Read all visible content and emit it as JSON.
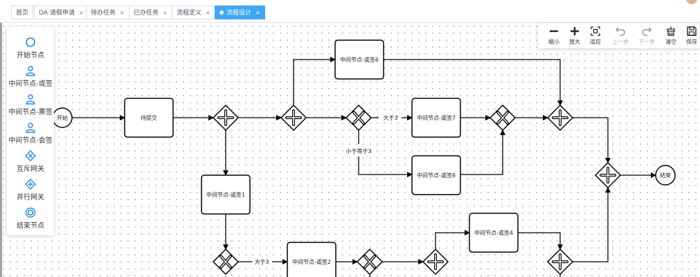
{
  "tabs": [
    {
      "label": "首页",
      "closable": false
    },
    {
      "label": "OA 请假申请",
      "closable": true
    },
    {
      "label": "待办任务",
      "closable": true
    },
    {
      "label": "已办任务",
      "closable": true
    },
    {
      "label": "流程定义",
      "closable": true
    },
    {
      "label": "流程设计",
      "closable": true,
      "active": true
    }
  ],
  "tab_close_glyph": "×",
  "palette": [
    {
      "label": "开始节点",
      "icon": "circle-icon"
    },
    {
      "label": "中间节点-或签",
      "icon": "user-icon"
    },
    {
      "label": "中间节点-票签",
      "icon": "user-icon"
    },
    {
      "label": "中间节点-会签",
      "icon": "user-icon"
    },
    {
      "label": "互斥网关",
      "icon": "exclusive-gateway-icon"
    },
    {
      "label": "并行网关",
      "icon": "parallel-gateway-icon"
    },
    {
      "label": "结束节点",
      "icon": "end-circle-icon"
    }
  ],
  "toolbar": [
    {
      "label": "缩小",
      "icon": "zoom-out-icon",
      "enabled": true
    },
    {
      "label": "放大",
      "icon": "zoom-in-icon",
      "enabled": true
    },
    {
      "label": "适应",
      "icon": "fit-icon",
      "enabled": true
    },
    {
      "label": "上一步",
      "icon": "undo-icon",
      "enabled": false
    },
    {
      "label": "下一步",
      "icon": "redo-icon",
      "enabled": false
    },
    {
      "label": "清空",
      "icon": "clear-icon",
      "enabled": true
    },
    {
      "label": "保存",
      "icon": "save-icon",
      "enabled": true
    }
  ],
  "diagram": {
    "start": "开始",
    "end": "结束",
    "tasks": {
      "submit": "待提交",
      "n1": "中间节点-或签1",
      "n2": "中间节点-或签2",
      "n4": "中间节点-或签4",
      "n6": "中间节点-或签6",
      "n7": "中间节点-或签7",
      "n8": "中间节点-或签8"
    },
    "edge_labels": {
      "gt3_top": "大于3",
      "le3_top": "小于等于3",
      "gt3_bottom": "大于3"
    }
  },
  "colors": {
    "accent": "#42a5f5",
    "palette_icon": "#1e88e5"
  }
}
